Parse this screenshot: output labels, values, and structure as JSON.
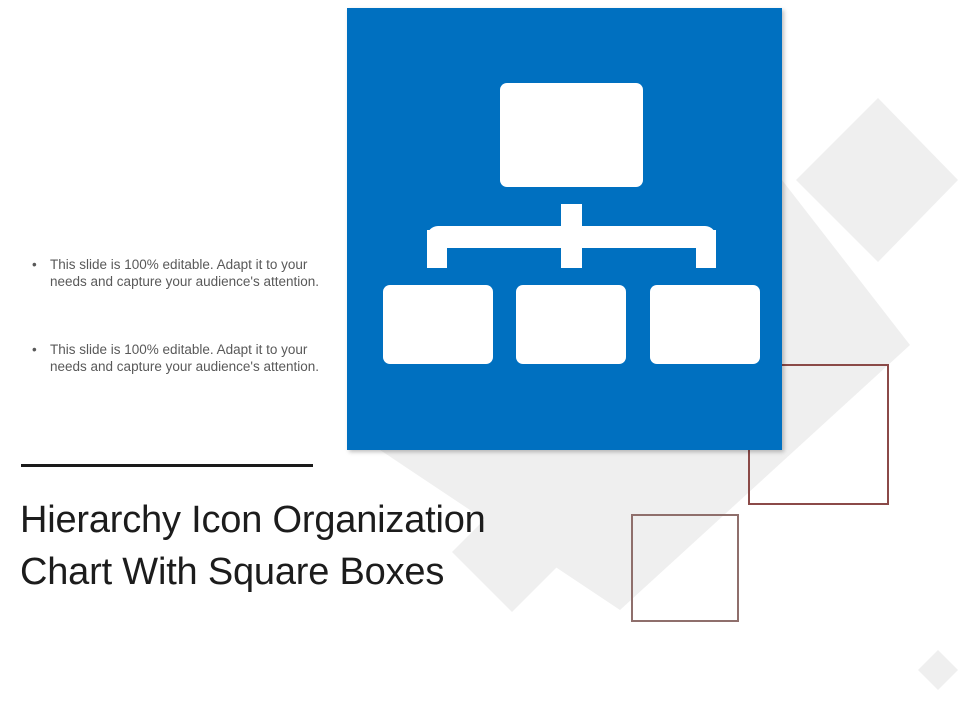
{
  "slide": {
    "bullets": [
      {
        "marker": "•",
        "text": "This slide is 100% editable. Adapt it to your needs and capture your audience's attention."
      },
      {
        "marker": "•",
        "text": "This slide is 100% editable. Adapt it to your needs and capture your audience's attention."
      }
    ],
    "title": "Hierarchy Icon Organization Chart With Square Boxes"
  },
  "icon": {
    "name": "hierarchy-org-chart-icon"
  },
  "colors": {
    "panel_blue": "#0070c0",
    "icon_white": "#ffffff",
    "outline_brown": "#8b4a48",
    "diamond_grey": "#efefef",
    "title_text": "#1c1c1c",
    "body_text": "#595959"
  }
}
